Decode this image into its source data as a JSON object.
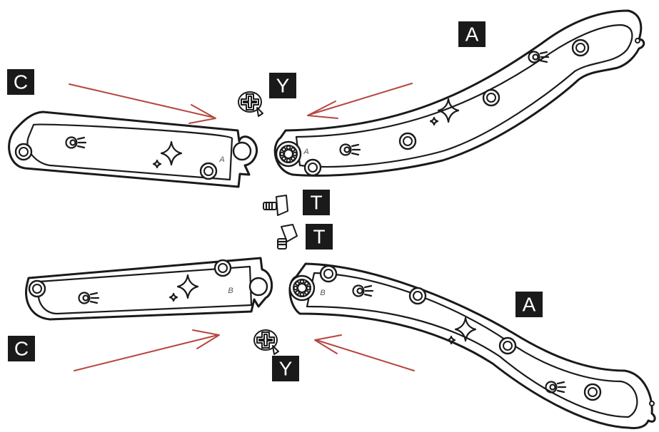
{
  "colors": {
    "arrow": "#b5473f",
    "line": "#1a1a1a",
    "tag_background": "#1a1a1a",
    "tag_text": "#ffffff"
  },
  "tags": {
    "a_top": "A",
    "a_bottom": "A",
    "c_top": "C",
    "c_bottom": "C",
    "y_top": "Y",
    "y_bottom": "Y",
    "t_upper": "T",
    "t_lower": "T"
  },
  "marks": {
    "part_a_top_left": "A",
    "part_a_top_right": "A",
    "part_b_bottom_left": "B",
    "part_b_bottom_right": "B"
  },
  "icons": {
    "logo": "comet-logo-icon",
    "decor": "sparkle-stars-icon",
    "screw": "cross-head-screw-icon",
    "pin": "t-pin-icon"
  }
}
